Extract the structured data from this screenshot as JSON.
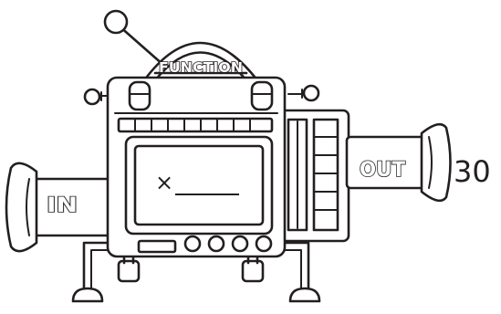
{
  "machine": {
    "title": "FUNCTION",
    "input_label": "IN",
    "output_label": "OUT",
    "output_value": "30",
    "rule": {
      "operator": "×",
      "operand": ""
    }
  },
  "colors": {
    "line": "#231f20",
    "fill": "#ffffff"
  }
}
